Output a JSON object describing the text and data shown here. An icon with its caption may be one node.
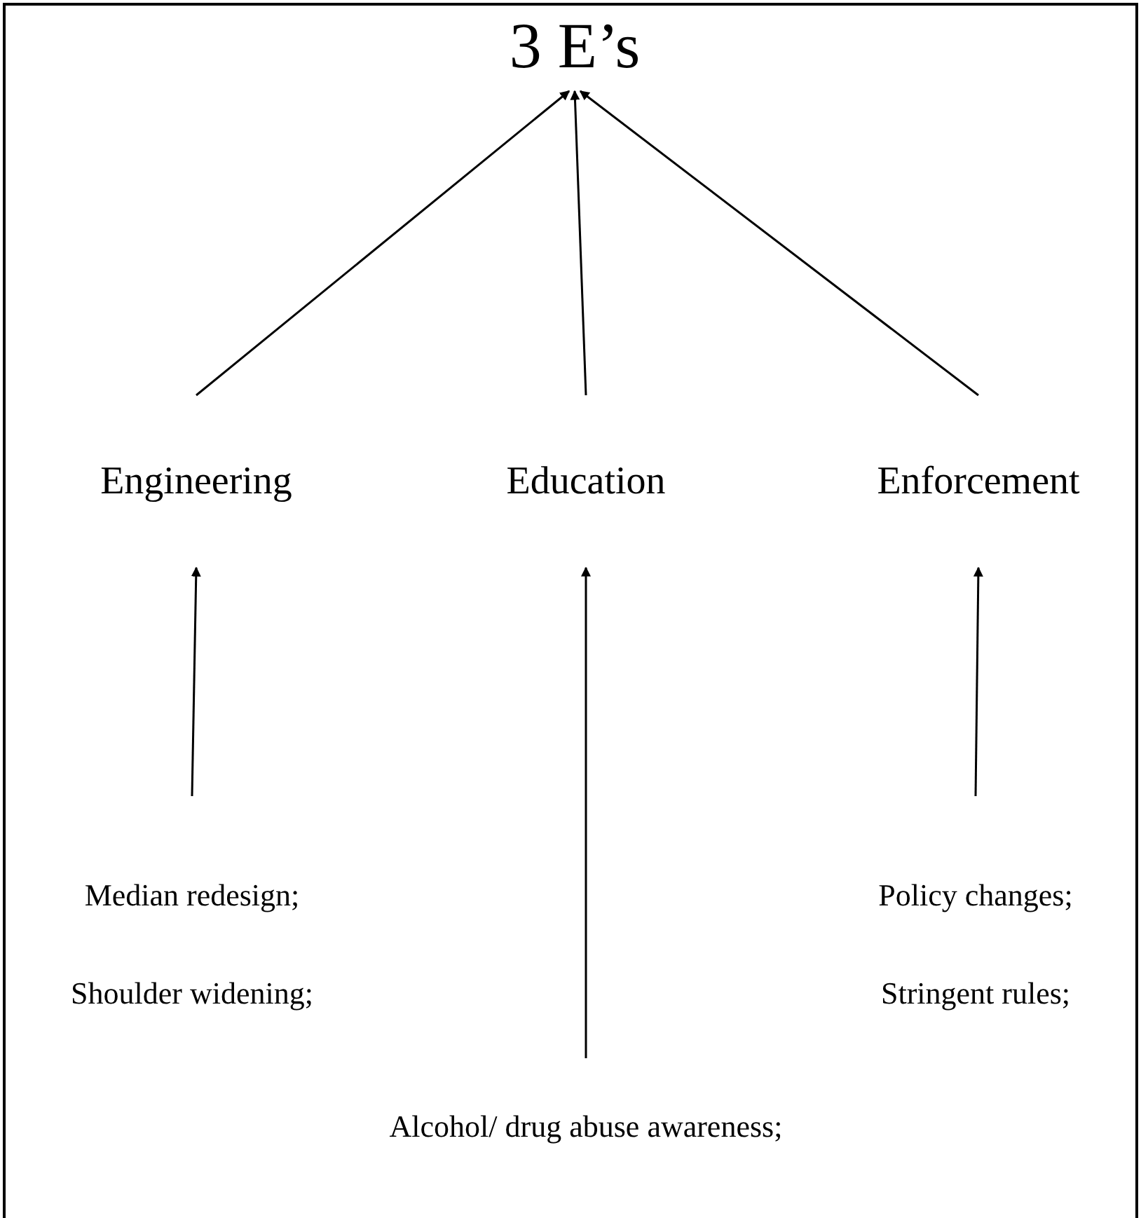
{
  "diagram": {
    "nodes": [
      {
        "text": [
          "3 E’s"
        ]
      },
      {
        "text": [
          "Engineering"
        ]
      },
      {
        "text": [
          "Education"
        ]
      },
      {
        "text": [
          "Enforcement"
        ]
      },
      {
        "text": [
          "Median redesign;",
          "Shoulder widening;"
        ]
      },
      {
        "text": [
          "Alcohol/ drug abuse awareness;"
        ]
      },
      {
        "text": [
          "Policy changes;",
          "Stringent rules;"
        ]
      }
    ],
    "edges": [
      {
        "from": 1,
        "to": 0,
        "arrow": "to"
      },
      {
        "from": 2,
        "to": 0,
        "arrow": "to"
      },
      {
        "from": 3,
        "to": 0,
        "arrow": "to"
      },
      {
        "from": 4,
        "to": 1,
        "arrow": "to"
      },
      {
        "from": 5,
        "to": 2,
        "arrow": "to"
      },
      {
        "from": 6,
        "to": 3,
        "arrow": "to"
      }
    ]
  }
}
